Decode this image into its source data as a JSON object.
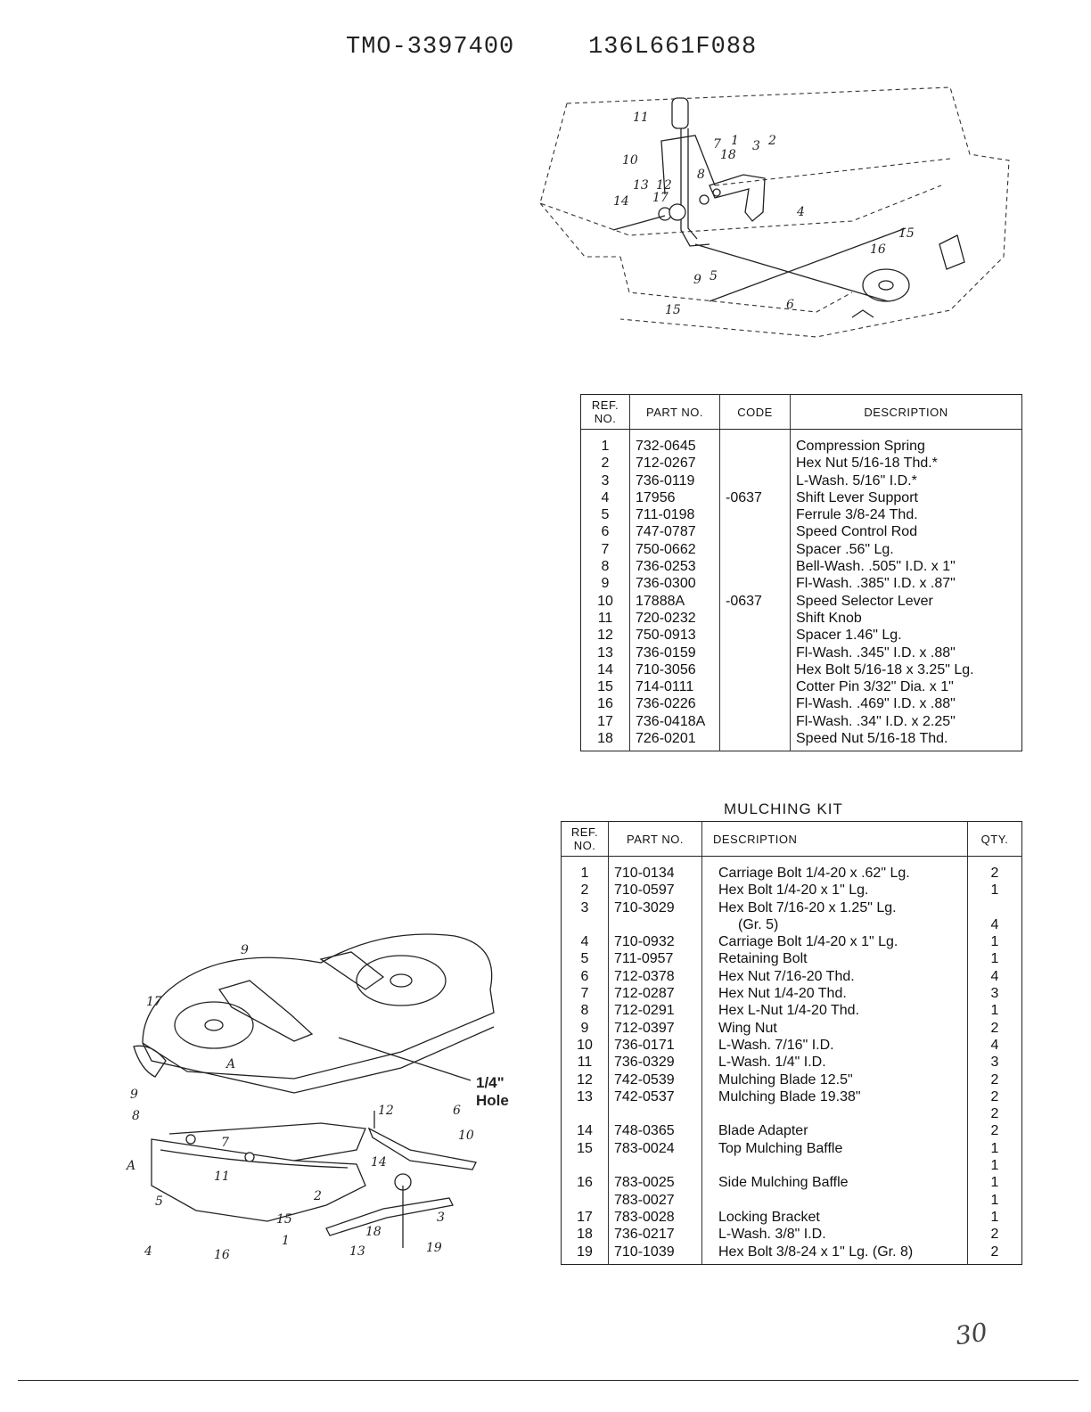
{
  "header": {
    "left_code": "TMO-3397400",
    "right_code": "136L661F088"
  },
  "shift_diagram": {
    "callouts": [
      "11",
      "10",
      "7",
      "18",
      "1",
      "3",
      "2",
      "8",
      "13",
      "12",
      "17",
      "14",
      "4",
      "16",
      "15",
      "9",
      "5",
      "6",
      "15"
    ]
  },
  "shift_table": {
    "headers": {
      "ref": "REF. NO.",
      "part": "PART NO.",
      "code": "CODE",
      "desc": "DESCRIPTION"
    },
    "rows": [
      {
        "ref": "1",
        "part": "732-0645",
        "code": "",
        "desc": "Compression Spring"
      },
      {
        "ref": "2",
        "part": "712-0267",
        "code": "",
        "desc": "Hex Nut 5/16-18 Thd.*"
      },
      {
        "ref": "3",
        "part": "736-0119",
        "code": "",
        "desc": "L-Wash. 5/16\" I.D.*"
      },
      {
        "ref": "4",
        "part": "17956",
        "code": "-0637",
        "desc": "Shift Lever Support"
      },
      {
        "ref": "5",
        "part": "711-0198",
        "code": "",
        "desc": "Ferrule 3/8-24 Thd."
      },
      {
        "ref": "6",
        "part": "747-0787",
        "code": "",
        "desc": "Speed Control Rod"
      },
      {
        "ref": "7",
        "part": "750-0662",
        "code": "",
        "desc": "Spacer .56\" Lg."
      },
      {
        "ref": "8",
        "part": "736-0253",
        "code": "",
        "desc": "Bell-Wash. .505\" I.D. x 1\""
      },
      {
        "ref": "9",
        "part": "736-0300",
        "code": "",
        "desc": "Fl-Wash. .385\" I.D. x .87\""
      },
      {
        "ref": "10",
        "part": "17888A",
        "code": "-0637",
        "desc": "Speed Selector Lever"
      },
      {
        "ref": "11",
        "part": "720-0232",
        "code": "",
        "desc": "Shift Knob"
      },
      {
        "ref": "12",
        "part": "750-0913",
        "code": "",
        "desc": "Spacer 1.46\" Lg."
      },
      {
        "ref": "13",
        "part": "736-0159",
        "code": "",
        "desc": "Fl-Wash. .345\" I.D. x .88\""
      },
      {
        "ref": "14",
        "part": "710-3056",
        "code": "",
        "desc": "Hex Bolt 5/16-18 x 3.25\" Lg."
      },
      {
        "ref": "15",
        "part": "714-0111",
        "code": "",
        "desc": "Cotter Pin 3/32\" Dia. x 1\""
      },
      {
        "ref": "16",
        "part": "736-0226",
        "code": "",
        "desc": "Fl-Wash. .469\" I.D. x .88\""
      },
      {
        "ref": "17",
        "part": "736-0418A",
        "code": "",
        "desc": "Fl-Wash. .34\" I.D. x 2.25\""
      },
      {
        "ref": "18",
        "part": "726-0201",
        "code": "",
        "desc": "Speed Nut 5/16-18 Thd."
      }
    ]
  },
  "mulching_kit": {
    "title": "MULCHING KIT",
    "headers": {
      "ref": "REF. NO.",
      "part": "PART NO.",
      "desc": "DESCRIPTION",
      "qty": "QTY."
    },
    "rows": [
      {
        "ref": "1",
        "part": "710-0134",
        "desc": "Carriage Bolt 1/4-20 x .62\" Lg.",
        "desc2": "",
        "qty": "2"
      },
      {
        "ref": "2",
        "part": "710-0597",
        "desc": "Hex Bolt 1/4-20 x 1\" Lg.",
        "desc2": "",
        "qty": "1"
      },
      {
        "ref": "3",
        "part": "710-3029",
        "desc": "Hex Bolt 7/16-20 x 1.25\" Lg.",
        "desc2": "(Gr. 5)",
        "qty": "4"
      },
      {
        "ref": "4",
        "part": "710-0932",
        "desc": "Carriage Bolt 1/4-20 x 1\" Lg.",
        "desc2": "",
        "qty": "1"
      },
      {
        "ref": "5",
        "part": "711-0957",
        "desc": "Retaining Bolt",
        "desc2": "",
        "qty": "1"
      },
      {
        "ref": "6",
        "part": "712-0378",
        "desc": "Hex Nut 7/16-20 Thd.",
        "desc2": "",
        "qty": "4"
      },
      {
        "ref": "7",
        "part": "712-0287",
        "desc": "Hex Nut 1/4-20 Thd.",
        "desc2": "",
        "qty": "3"
      },
      {
        "ref": "8",
        "part": "712-0291",
        "desc": "Hex L-Nut 1/4-20 Thd.",
        "desc2": "",
        "qty": "1"
      },
      {
        "ref": "9",
        "part": "712-0397",
        "desc": "Wing Nut",
        "desc2": "",
        "qty": "2"
      },
      {
        "ref": "10",
        "part": "736-0171",
        "desc": "L-Wash. 7/16\" I.D.",
        "desc2": "",
        "qty": "4"
      },
      {
        "ref": "11",
        "part": "736-0329",
        "desc": "L-Wash. 1/4\" I.D.",
        "desc2": "",
        "qty": "3"
      },
      {
        "ref": "12",
        "part": "742-0539",
        "desc": "Mulching Blade 12.5\"",
        "desc2": "",
        "qty": "2"
      },
      {
        "ref": "13",
        "part": "742-0537",
        "desc": "Mulching Blade 19.38\"",
        "desc2": "",
        "qty": "2"
      },
      {
        "ref": "",
        "part": "",
        "desc": "",
        "desc2": "",
        "qty": "2"
      },
      {
        "ref": "14",
        "part": "748-0365",
        "desc": "Blade Adapter",
        "desc2": "",
        "qty": "2"
      },
      {
        "ref": "15",
        "part": "783-0024",
        "desc": "Top Mulching Baffle",
        "desc2": "",
        "qty": "1"
      },
      {
        "ref": "",
        "part": "",
        "desc": "",
        "desc2": "",
        "qty": "1"
      },
      {
        "ref": "16",
        "part": "783-0025",
        "desc": "Side Mulching Baffle",
        "desc2": "",
        "qty": "1"
      },
      {
        "ref": "",
        "part": "783-0027",
        "desc": "",
        "desc2": "",
        "qty": "1"
      },
      {
        "ref": "17",
        "part": "783-0028",
        "desc": "Locking Bracket",
        "desc2": "",
        "qty": "1"
      },
      {
        "ref": "18",
        "part": "736-0217",
        "desc": "L-Wash. 3/8\" I.D.",
        "desc2": "",
        "qty": "2"
      },
      {
        "ref": "19",
        "part": "710-1039",
        "desc": "Hex Bolt 3/8-24 x 1\" Lg. (Gr. 8)",
        "desc2": "",
        "qty": "2"
      }
    ]
  },
  "deck_diagram": {
    "callouts": [
      "9",
      "17",
      "9",
      "A",
      "8",
      "7",
      "11",
      "A",
      "5",
      "4",
      "16",
      "1",
      "15",
      "2",
      "12",
      "6",
      "10",
      "14",
      "3",
      "18",
      "13",
      "19"
    ],
    "hole_label_1": "1/4\"",
    "hole_label_2": "Hole"
  },
  "page_mark": "30"
}
